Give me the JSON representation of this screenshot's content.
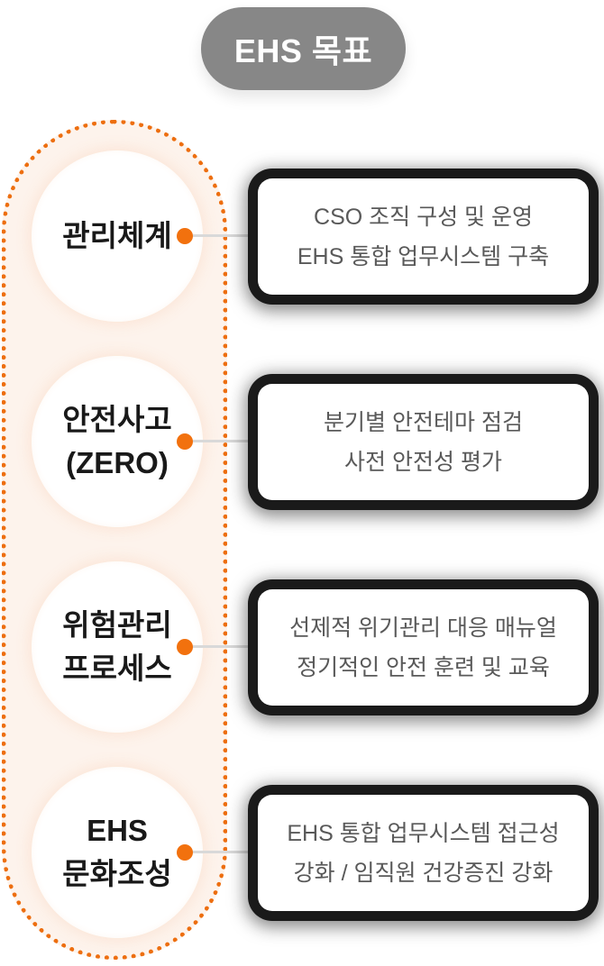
{
  "header": {
    "title": "EHS 목표",
    "pill_color": "#878787",
    "text_color": "#ffffff"
  },
  "colors": {
    "accent_orange": "#F2710E",
    "dotted_border": "#ED6E0F",
    "track_background": "#FDF3EC",
    "connector_gray": "#D9D9D9",
    "card_shadow": "#1A1A1A",
    "title_text": "#191919",
    "description_text": "#595959"
  },
  "items": [
    {
      "title": "관리체계",
      "description": "CSO 조직 구성 및 운영\nEHS 통합 업무시스템 구축"
    },
    {
      "title": "안전사고\n(ZERO)",
      "description": "분기별 안전테마 점검\n사전 안전성 평가"
    },
    {
      "title": "위험관리\n프로세스",
      "description": "선제적 위기관리 대응 매뉴얼\n정기적인 안전 훈련 및 교육"
    },
    {
      "title": "EHS\n문화조성",
      "description": "EHS 통합 업무시스템 접근성\n강화 / 임직원 건강증진 강화"
    }
  ]
}
